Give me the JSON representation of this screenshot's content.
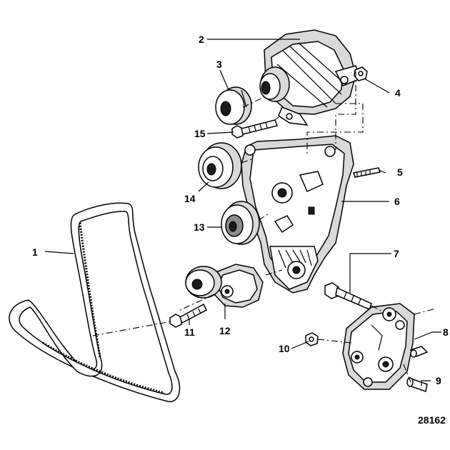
{
  "figure_number": "28162",
  "callouts": [
    {
      "id": "1",
      "label": "1"
    },
    {
      "id": "2",
      "label": "2"
    },
    {
      "id": "3",
      "label": "3"
    },
    {
      "id": "4",
      "label": "4"
    },
    {
      "id": "5",
      "label": "5"
    },
    {
      "id": "6",
      "label": "6"
    },
    {
      "id": "7",
      "label": "7"
    },
    {
      "id": "8",
      "label": "8"
    },
    {
      "id": "9",
      "label": "9"
    },
    {
      "id": "10",
      "label": "10"
    },
    {
      "id": "11",
      "label": "11"
    },
    {
      "id": "12",
      "label": "12"
    },
    {
      "id": "13",
      "label": "13"
    },
    {
      "id": "14",
      "label": "14"
    },
    {
      "id": "15",
      "label": "15"
    }
  ]
}
